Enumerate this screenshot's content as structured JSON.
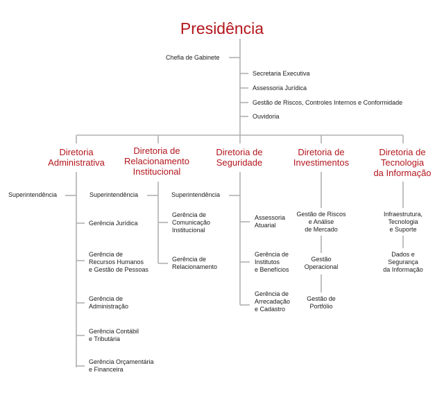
{
  "presidency": "Presidência",
  "chefia": "Chefia de Gabinete",
  "staff": [
    "Secretaria Executiva",
    "Assessoria Jurídica",
    "Gestão de Riscos, Controles  Internos e Conformidade",
    "Ouvidoria"
  ],
  "directorates": [
    {
      "title": [
        "Diretoria",
        "Administrativa"
      ],
      "units": [
        [
          "Superintendência"
        ],
        [
          "Gerência Jurídica"
        ],
        [
          "Gerência de",
          "Recursos Humanos",
          "e Gestão de Pessoas"
        ],
        [
          "Gerência de",
          "Administração"
        ],
        [
          "Gerência Contábil",
          "e Tributária"
        ],
        [
          "Gerência Orçamentária",
          "e Financeira"
        ]
      ]
    },
    {
      "title": [
        "Diretoria de",
        "Relacionamento",
        "Institucional"
      ],
      "units": [
        [
          "Superintendência"
        ],
        [
          "Gerência de",
          "Comunicação",
          "Institucional"
        ],
        [
          "Gerência de",
          "Relacionamento"
        ]
      ]
    },
    {
      "title": [
        "Diretoria de",
        "Seguridade"
      ],
      "units": [
        [
          "Superintendência"
        ],
        [
          "Assessoria",
          "Atuarial"
        ],
        [
          "Gerência de",
          "Institutos",
          "e Benefícios"
        ],
        [
          "Gerência de",
          "Arrecadação",
          "e Cadastro"
        ]
      ]
    },
    {
      "title": [
        "Diretoria de",
        "Investimentos"
      ],
      "units": [
        [
          "Gestão de Riscos",
          "e  Análise",
          "de Mercado"
        ],
        [
          "Gestão",
          "Operacional"
        ],
        [
          "Gestão de",
          "Portfólio"
        ]
      ]
    },
    {
      "title": [
        "Diretoria de",
        "Tecnologia",
        "da Informação"
      ],
      "units": [
        [
          "Infraestrutura,",
          "Tecnologia",
          "e Suporte"
        ],
        [
          "Dados e",
          "Segurança",
          "da Informação"
        ]
      ]
    }
  ],
  "colors": {
    "accent": "#b3151c",
    "line": "#b0b0b0",
    "text": "#1a1a1a"
  }
}
